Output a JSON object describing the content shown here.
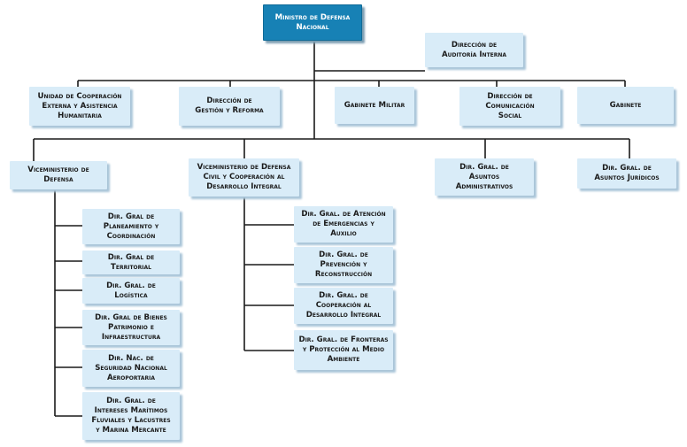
{
  "colors": {
    "box_fill": "#d9ecf8",
    "top_fill": "#1781b5",
    "line": "#1a1a1a"
  },
  "top": "Ministro de Defensa\nNacional",
  "auditoria": "Dirección de\nAuditoría Interna",
  "level1": [
    "Unidad de Cooperación\nExterna y Asistencia\nHumanitaria",
    "Dirección de\nGestión y Reforma",
    "Gabinete Militar",
    "Dirección de\nComunicación\nSocial",
    "Gabinete"
  ],
  "level2": [
    "Viceministerio de\nDefensa",
    "Viceministerio de Defensa\nCivil y Cooperación al\nDesarrollo Integral",
    "Dir. Gral. de\nAsuntos\nAdministrativos",
    "Dir. Gral. de\nAsuntos Jurídicos"
  ],
  "vm_defensa_units": [
    "Dir. Gral de\nPlaneamiento y\nCoordinación",
    "Dir. Gral de\nTerritorial",
    "Dir. Gral. de\nLogística",
    "Dir. Gral de Bienes\nPatrimonio e\nInfraestructura",
    "Dir. Nac. de\nSeguridad Nacional\nAeroportaria",
    "Dir. Gral. de\nIntereses Marítimos\nFluviales y Lacustres\ny Marina Mercante"
  ],
  "vm_civil_units": [
    "Dir. Gral. de Atención\nde Emergencias y\nAuxilio",
    "Dir. Gral. de\nPrevención y\nReconstrucción",
    "Dir. Gral. de\nCooperación al\nDesarrollo Integral",
    "Dir. Gral. de Fronteras\ny Protección al Medio\nAmbiente"
  ]
}
